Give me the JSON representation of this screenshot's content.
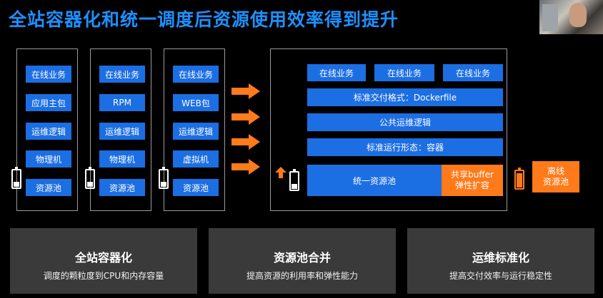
{
  "title": "全站容器化和统一调度后资源使用效率得到提升",
  "columns": [
    {
      "items": [
        "在线业务",
        "应用主包",
        "运维逻辑",
        "物理机",
        "资源池"
      ]
    },
    {
      "items": [
        "在线业务",
        "RPM",
        "运维逻辑",
        "物理机",
        "资源池"
      ]
    },
    {
      "items": [
        "在线业务",
        "WEB包",
        "运维逻辑",
        "虚拟机",
        "资源池"
      ]
    }
  ],
  "right": {
    "top_boxes": [
      "在线业务",
      "在线业务",
      "在线业务"
    ],
    "rows": [
      "标准交付格式：Dockerfile",
      "公共运维逻辑",
      "标准运行形态：容器"
    ],
    "pool": "统一资源池",
    "shared_line1": "共享buffer",
    "shared_line2": "弹性扩容",
    "offline_line1": "离线",
    "offline_line2": "资源池"
  },
  "panels": [
    {
      "title": "全站容器化",
      "desc": "调度的颗粒度到CPU和内存容量"
    },
    {
      "title": "资源池合并",
      "desc": "提高资源的利用率和弹性能力"
    },
    {
      "title": "运维标准化",
      "desc": "提高交付效率与运行稳定性"
    }
  ],
  "colors": {
    "accent_blue": "#1c6ee3",
    "title_blue": "#1e90ff",
    "orange": "#ff7a1a",
    "panel_bg": "#3a3a3a"
  }
}
